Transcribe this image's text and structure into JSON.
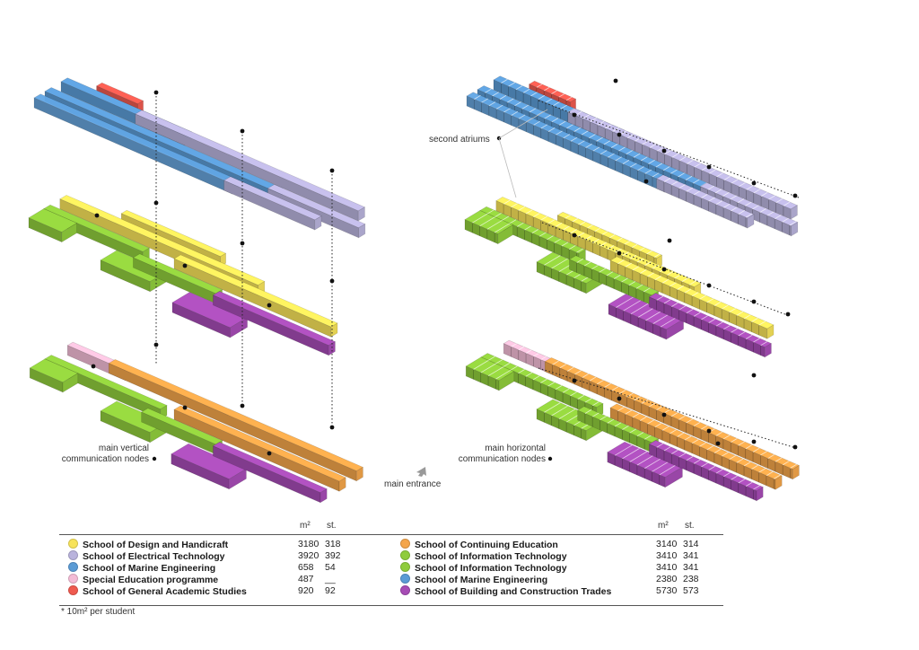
{
  "callouts": {
    "second_atriums": "second atriums",
    "vertical_nodes_1": "main vertical",
    "vertical_nodes_2": "communication nodes",
    "horizontal_nodes_1": "main horizontal",
    "horizontal_nodes_2": "communication nodes",
    "main_entrance": "main entrance"
  },
  "colors": {
    "yellow": "#f7e35a",
    "lavender": "#b9b3dc",
    "blue": "#5b9bd5",
    "pink": "#f4bcd6",
    "red": "#ef5a4f",
    "orange": "#f4a54a",
    "green": "#8fcc3c",
    "purple": "#a64cb5"
  },
  "legend": {
    "unit_area": "m²",
    "unit_students": "st.",
    "left": [
      {
        "name": "School of Design and Handicraft",
        "color": "#f7e35a",
        "area": "3180",
        "students": "318"
      },
      {
        "name": "School of Electrical Technology",
        "color": "#b9b3dc",
        "area": "3920",
        "students": "392"
      },
      {
        "name": "School of Marine Engineering",
        "color": "#5b9bd5",
        "area": "658",
        "students": "54"
      },
      {
        "name": "Special Education programme",
        "color": "#f4bcd6",
        "area": "487",
        "students": "__"
      },
      {
        "name": "School of General Academic Studies",
        "color": "#ef5a4f",
        "area": "920",
        "students": "92"
      }
    ],
    "right": [
      {
        "name": "School of Continuing Education",
        "color": "#f4a54a",
        "area": "3140",
        "students": "314"
      },
      {
        "name": "School of Information Technology",
        "color": "#8fcc3c",
        "area": "3410",
        "students": "341"
      },
      {
        "name": "School of Information Technology",
        "color": "#8fcc3c",
        "area": "3410",
        "students": "341"
      },
      {
        "name": "School of Marine Engineering",
        "color": "#5b9bd5",
        "area": "2380",
        "students": "238"
      },
      {
        "name": "School of Building and Construction Trades",
        "color": "#a64cb5",
        "area": "5730",
        "students": "573"
      }
    ]
  },
  "footnote": "* 10m² per student"
}
